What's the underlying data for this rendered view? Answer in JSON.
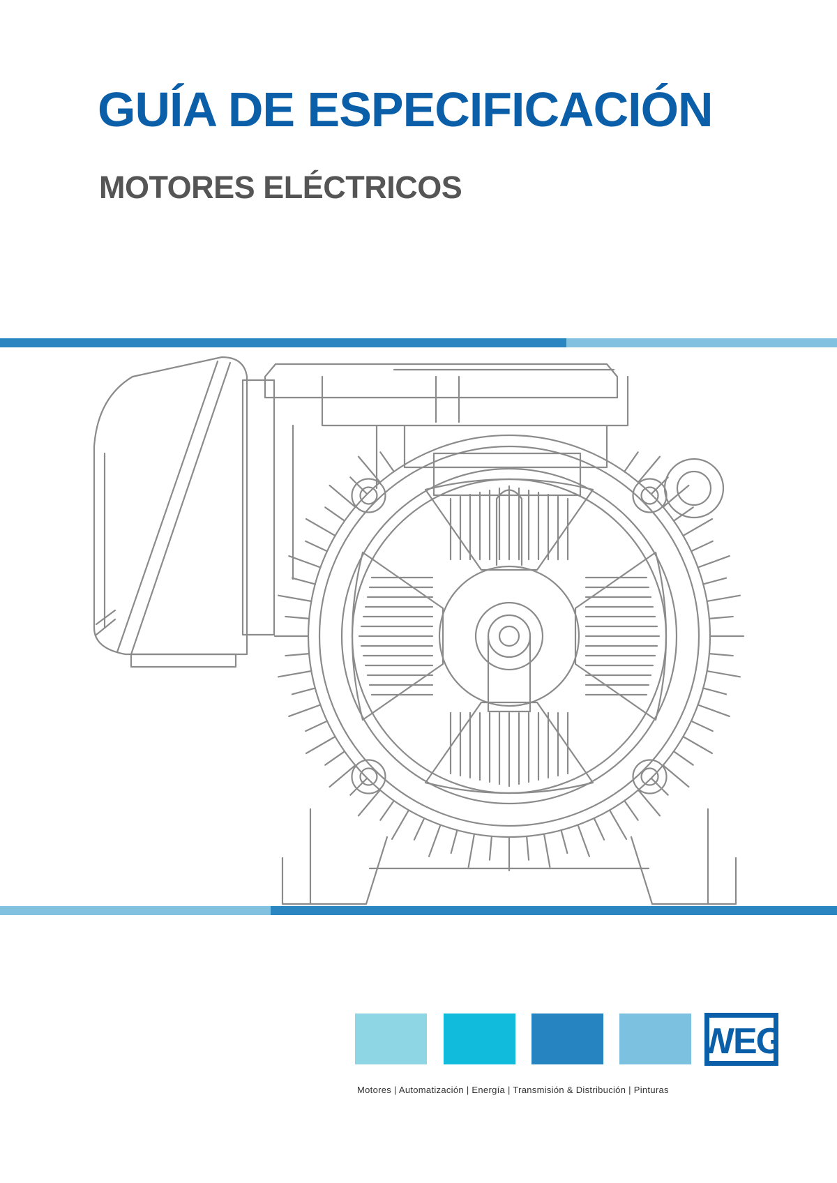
{
  "cover": {
    "title": "GUÍA DE ESPECIFICACIÓN",
    "subtitle": "MOTORES ELÉCTRICOS"
  },
  "illustration": {
    "subject": "electric motor line drawing"
  },
  "brand": {
    "logo_text": "WEG",
    "footer_line": "Motores | Automatización | Energía | Transmisión & Distribución | Pinturas"
  },
  "colors": {
    "title": "#0b5fa8",
    "subtitle": "#555555",
    "rule_dark": "#2a85c1",
    "rule_light": "#82c2e0",
    "drawing_stroke": "#8b8b8b",
    "swatches": [
      "#8ed6e3",
      "#10bbdc",
      "#2684c0",
      "#7dc1e0"
    ],
    "logo": "#0b5fa8"
  }
}
